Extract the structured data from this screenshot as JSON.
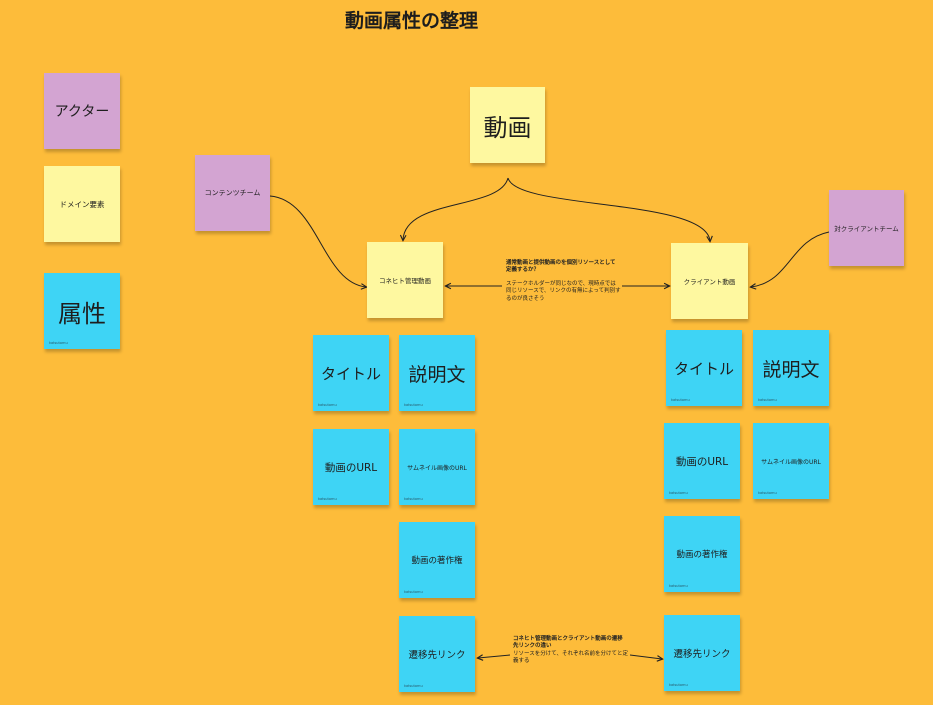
{
  "title": "動画属性の整理",
  "legend": {
    "actor": "アクター",
    "domain": "ドメイン要素",
    "attribute": "属性",
    "attribute_author": "katsutomu"
  },
  "top": {
    "video": "動画",
    "content_team": "コンテンツチーム",
    "client_team": "対クライアントチーム"
  },
  "left": {
    "label": "コネヒト管理動画",
    "attributes": [
      {
        "label": "タイトル",
        "author": "katsutomu"
      },
      {
        "label": "説明文",
        "author": "katsutomu"
      },
      {
        "label": "動画のURL",
        "author": "katsutomu"
      },
      {
        "label": "サムネイル画像のURL",
        "author": "katsutomu"
      },
      {
        "label": "動画の著作権",
        "author": "katsutomu"
      },
      {
        "label": "遷移先リンク",
        "author": "katsutomu"
      }
    ]
  },
  "right": {
    "label": "クライアント動画",
    "attributes": [
      {
        "label": "タイトル",
        "author": "katsutomu"
      },
      {
        "label": "説明文",
        "author": "katsutomu"
      },
      {
        "label": "動画のURL",
        "author": "katsutomu"
      },
      {
        "label": "サムネイル画像のURL",
        "author": "katsutomu"
      },
      {
        "label": "動画の著作権",
        "author": "katsutomu"
      },
      {
        "label": "遷移先リンク",
        "author": "katsutomu"
      }
    ]
  },
  "annotations": {
    "middle_question": "通常動画と提供動画のを個別リソースとして定義するか？",
    "middle_answer": "ステークホルダーが同じなので、現時点では同じリソースで、リンクの有無によって判別するのが良さそう",
    "bottom_question": "コネヒト管理動画とクライアント動画の遷移先リンクの違い",
    "bottom_answer": "リソースを分けて、それぞれ名前を分けてと定義する"
  },
  "colors": {
    "background": "#fdbc3a",
    "actor": "#d3a4d2",
    "domain": "#fef8a0",
    "attribute": "#3ed4f5"
  }
}
